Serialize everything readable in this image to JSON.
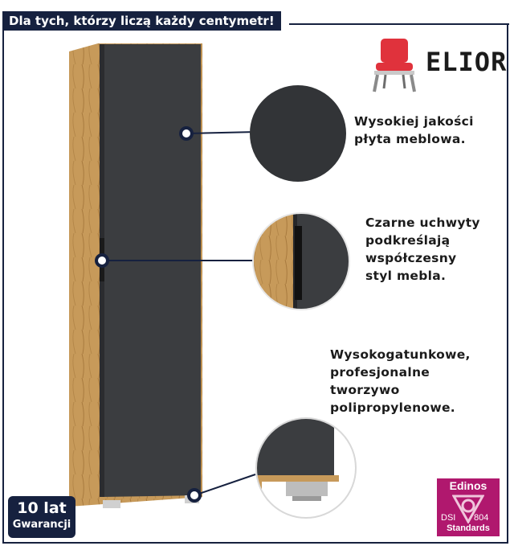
{
  "banner": {
    "text": "Dla tych, którzy liczą każdy centymetr!"
  },
  "logo": {
    "brand": "ELIOR",
    "icon": "chair-icon"
  },
  "features": [
    {
      "line1": "Wysokiej jakości",
      "line2": "płyta meblowa."
    },
    {
      "line1": "Czarne uchwyty",
      "line2": "podkreślają",
      "line3": "współczesny",
      "line4": "styl mebla."
    },
    {
      "line1": "Wysokogatunkowe,",
      "line2": "profesjonalne",
      "line3": "tworzywo",
      "line4": "polipropylenowe."
    }
  ],
  "warranty": {
    "years": "10 lat",
    "label": "Gwarancji"
  },
  "certificate": {
    "name": "Edinos",
    "dsi": "DSI",
    "code": "804",
    "standard": "Standards"
  },
  "colors": {
    "navy": "#16213f",
    "oak": "#c79a5a",
    "graphite": "#3b3d40",
    "chair_red": "#e0323c",
    "edinos_magenta": "#b0186e"
  }
}
